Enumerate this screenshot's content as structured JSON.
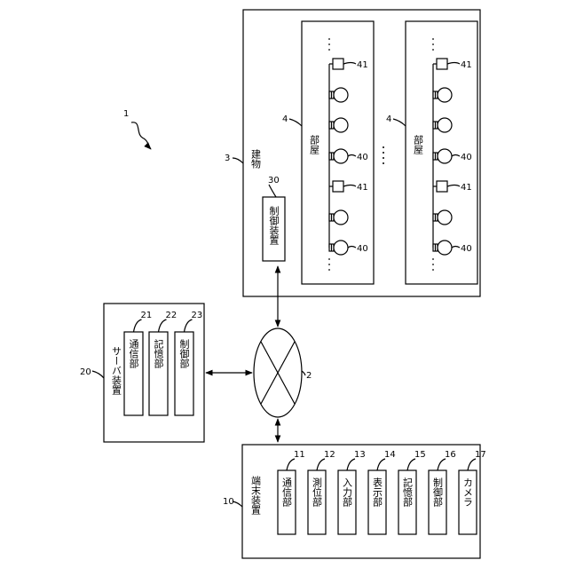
{
  "figure_ref": "1",
  "network": {
    "ref": "2"
  },
  "building": {
    "ref": "3",
    "label": "建物",
    "controller": {
      "ref": "30",
      "label": "制御装置"
    },
    "rooms": [
      {
        "ref": "4",
        "label": "部屋",
        "devices": [
          {
            "type": "sensor",
            "ref": "41"
          },
          {
            "type": "lamp"
          },
          {
            "type": "lamp"
          },
          {
            "type": "lamp",
            "ref": "40"
          },
          {
            "type": "sensor",
            "ref": "41"
          },
          {
            "type": "lamp"
          },
          {
            "type": "lamp",
            "ref": "40"
          }
        ]
      },
      {
        "ref": "4",
        "label": "部屋",
        "devices": [
          {
            "type": "sensor",
            "ref": "41"
          },
          {
            "type": "lamp"
          },
          {
            "type": "lamp"
          },
          {
            "type": "lamp",
            "ref": "40"
          },
          {
            "type": "sensor",
            "ref": "41"
          },
          {
            "type": "lamp"
          },
          {
            "type": "lamp",
            "ref": "40"
          }
        ]
      }
    ]
  },
  "server": {
    "ref": "20",
    "label": "サーバ装置",
    "units": [
      {
        "ref": "21",
        "label": "通信部"
      },
      {
        "ref": "22",
        "label": "記憶部"
      },
      {
        "ref": "23",
        "label": "制御部"
      }
    ]
  },
  "terminal": {
    "ref": "10",
    "label": "端末装置",
    "units": [
      {
        "ref": "11",
        "label": "通信部"
      },
      {
        "ref": "12",
        "label": "測位部"
      },
      {
        "ref": "13",
        "label": "入力部"
      },
      {
        "ref": "14",
        "label": "表示部"
      },
      {
        "ref": "15",
        "label": "記憶部"
      },
      {
        "ref": "16",
        "label": "制御部"
      },
      {
        "ref": "17",
        "label": "カメラ"
      }
    ]
  }
}
